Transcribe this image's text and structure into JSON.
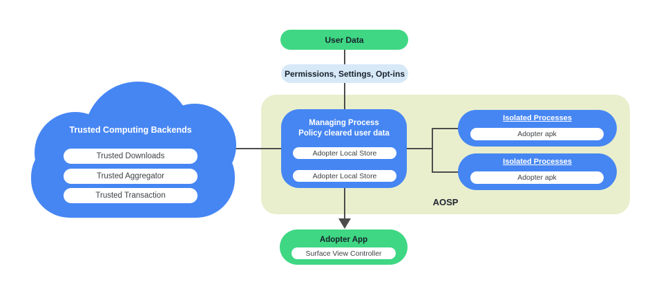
{
  "colors": {
    "blue": "#4686F3",
    "green": "#3FD783",
    "light_blue": "#D7E8F7",
    "pale_green": "#E9EFCD",
    "connector": "#4C4C4C",
    "dark_text": "#17212B",
    "pill_text": "#3C4043",
    "white": "#FFFFFF"
  },
  "top_flow": {
    "user_data": "User Data",
    "permissions": "Permissions,  Settings, Opt-ins"
  },
  "cloud": {
    "title": "Trusted Computing Backends",
    "items": [
      "Trusted Downloads",
      "Trusted Aggregator",
      "Trusted Transaction"
    ]
  },
  "aosp": {
    "label": "AOSP",
    "managing_process": {
      "title_line1": "Managing Process",
      "title_line2": "Policy cleared user data",
      "stores": [
        "Adopter Local Store",
        "Adopter Local Store"
      ]
    },
    "isolated_processes": [
      {
        "title": "Isolated Processes",
        "apk": "Adopter apk"
      },
      {
        "title": "Isolated Processes",
        "apk": "Adopter apk"
      }
    ]
  },
  "adopter_app": {
    "title": "Adopter App",
    "controller": "Surface View Controller"
  }
}
